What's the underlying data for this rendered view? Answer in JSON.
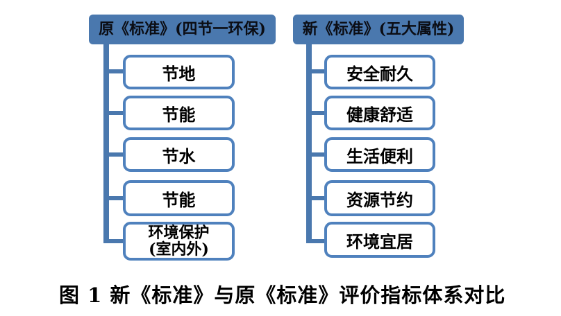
{
  "figure": {
    "caption": "图 1  新《标准》与原《标准》评价指标体系对比"
  },
  "left_tree": {
    "header": "原《标准》(四节一环保)",
    "items": [
      {
        "line1": "节地",
        "line2": ""
      },
      {
        "line1": "节能",
        "line2": ""
      },
      {
        "line1": "节水",
        "line2": ""
      },
      {
        "line1": "节能",
        "line2": ""
      },
      {
        "line1": "环境保护",
        "line2": "(室内外)"
      }
    ]
  },
  "right_tree": {
    "header": "新《标准》(五大属性)",
    "items": [
      {
        "line1": "安全耐久"
      },
      {
        "line1": "健康舒适"
      },
      {
        "line1": "生活便利"
      },
      {
        "line1": "资源节约"
      },
      {
        "line1": "环境宜居"
      }
    ]
  },
  "colors": {
    "header_fill": "#4a78ae",
    "header_text": "#0b0d14",
    "box_border": "#4f81bd",
    "box_fill": "#ffffff",
    "box_text": "#000000",
    "connector": "#4a78ae",
    "caption_text": "#000000",
    "page_bg": "#ffffff"
  }
}
